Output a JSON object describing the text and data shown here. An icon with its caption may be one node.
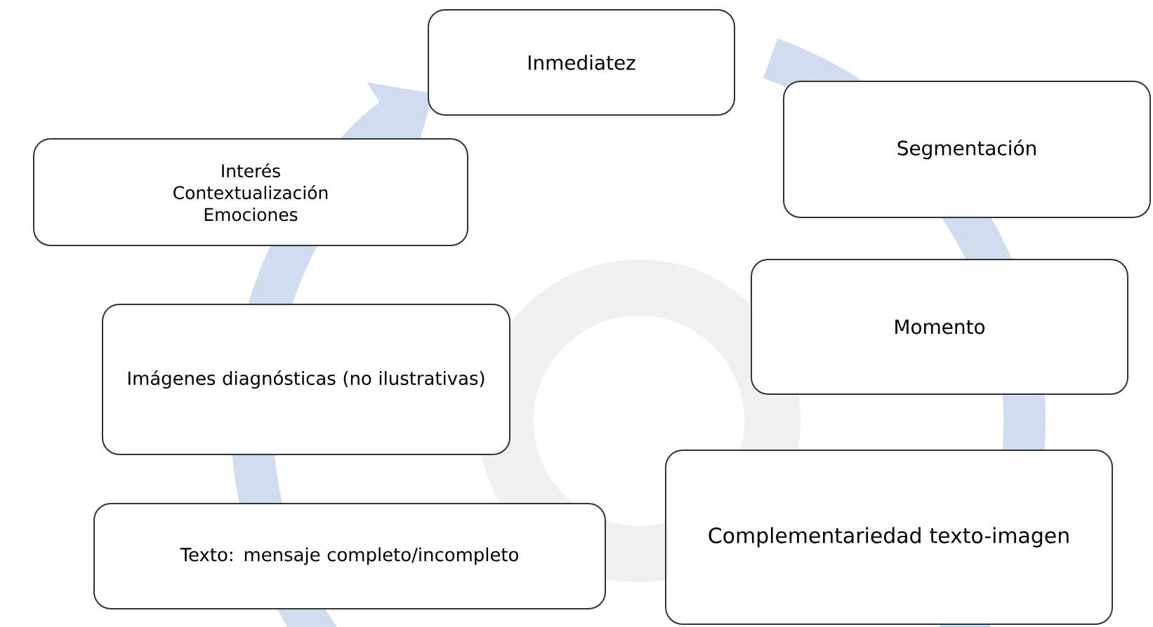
{
  "diagram": {
    "nodes": [
      {
        "text": [
          "Inmediatez"
        ]
      },
      {
        "text": [
          "Segmentación"
        ]
      },
      {
        "text": [
          "Interés",
          "Contextualización",
          "Emociones"
        ]
      },
      {
        "text": [
          "Momento"
        ]
      },
      {
        "text": [
          "Imágenes diagnósticas (no  ilustrativas)"
        ]
      },
      {
        "text": [
          "Complementariedad texto-imagen"
        ]
      },
      {
        "text": [
          "Texto: mensaje completo/incompleto"
        ]
      }
    ]
  }
}
